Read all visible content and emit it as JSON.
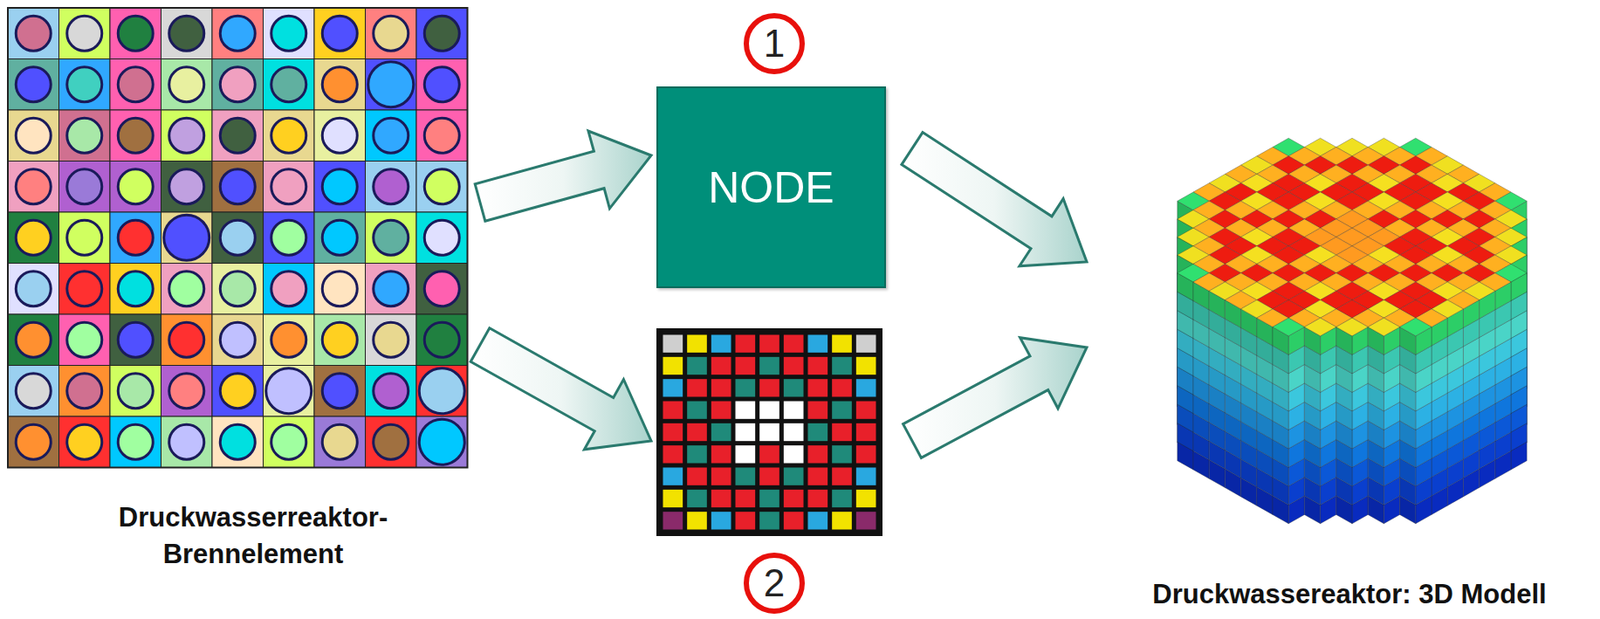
{
  "diagram": {
    "nodes": [
      {
        "text": [
          "NODE"
        ]
      }
    ],
    "labels": [
      "1",
      "2",
      "Druckwasserreaktor- Brennelement",
      "Druckwassereaktor: 3D Modell"
    ]
  }
}
